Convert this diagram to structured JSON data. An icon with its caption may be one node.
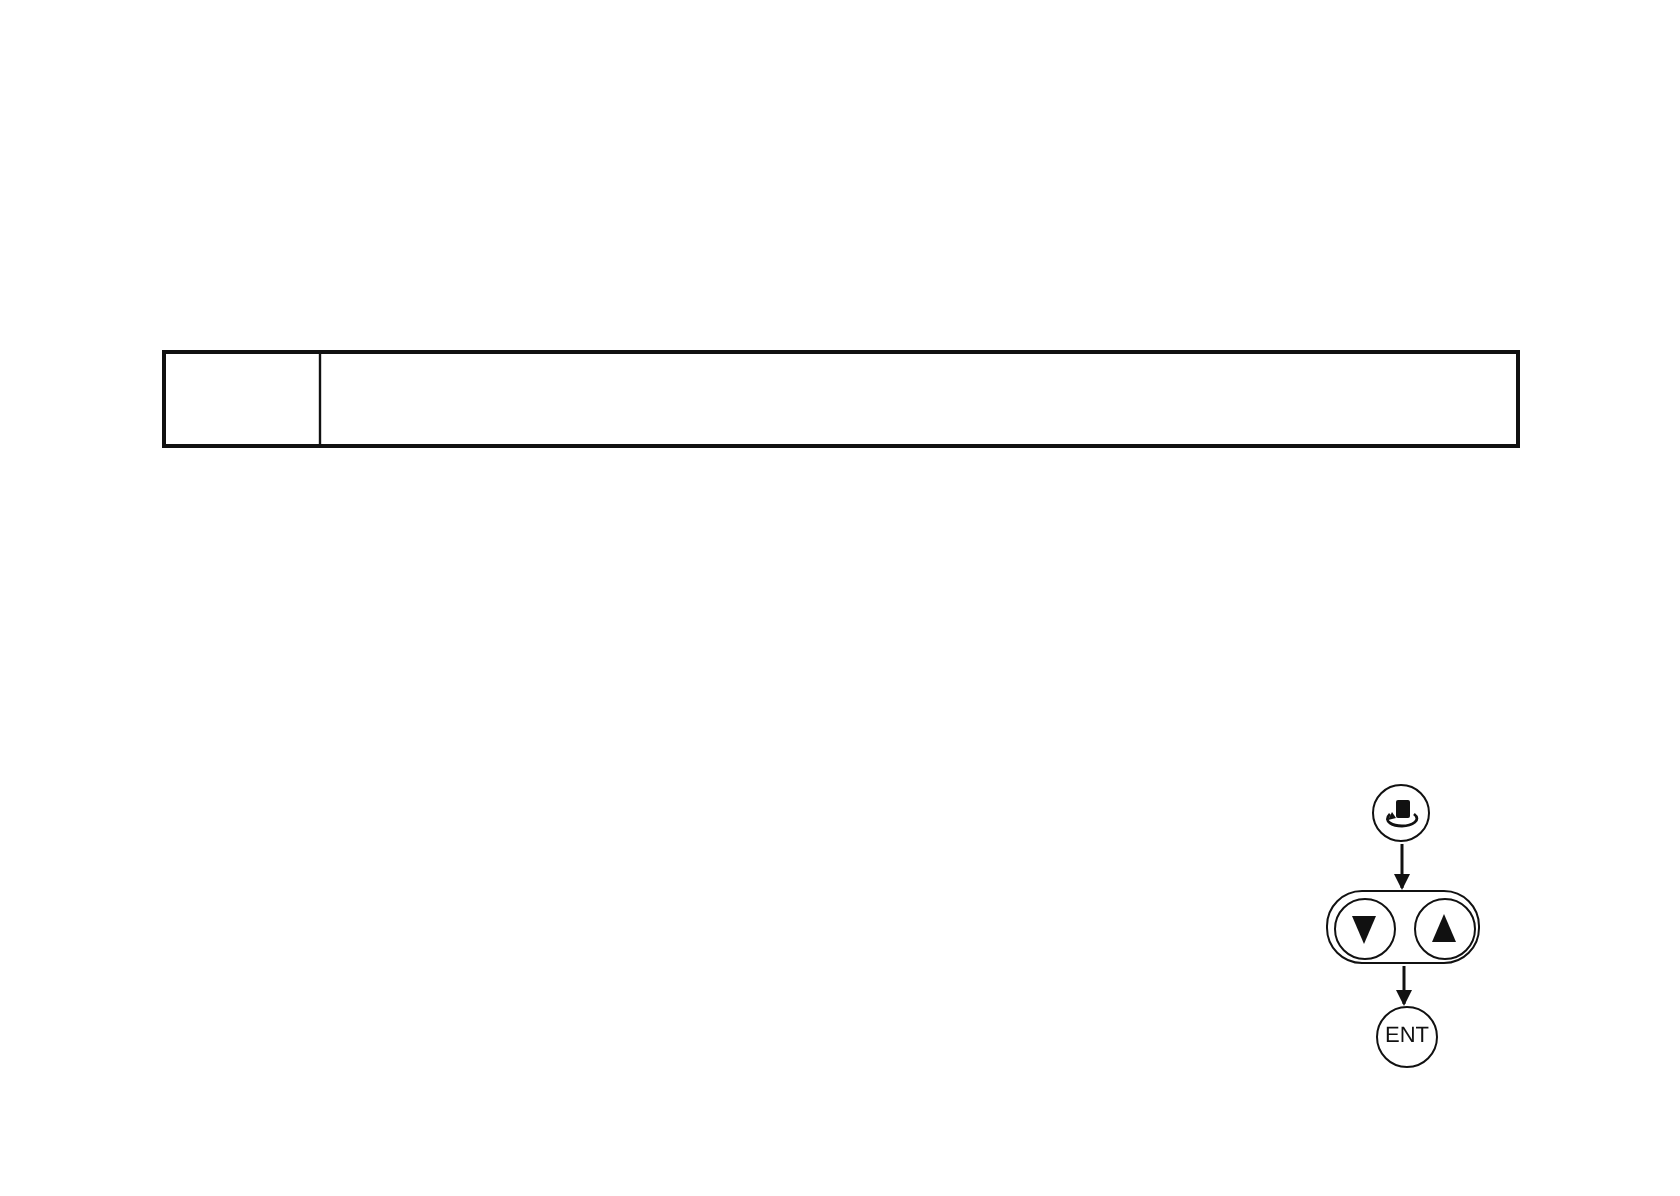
{
  "diagram": {
    "nodes": [
      {
        "text": [],
        "shape": "circle"
      },
      {
        "text": [],
        "shape": "box"
      },
      {
        "text": [],
        "shape": "circle",
        "in": 1
      },
      {
        "text": [],
        "shape": "circle",
        "in": 1
      },
      {
        "text": [
          "ENT"
        ]
      }
    ],
    "edges": [
      {
        "from": 0,
        "to": 1,
        "arrow": "to"
      },
      {
        "from": 1,
        "to": 4,
        "arrow": "to"
      }
    ]
  }
}
